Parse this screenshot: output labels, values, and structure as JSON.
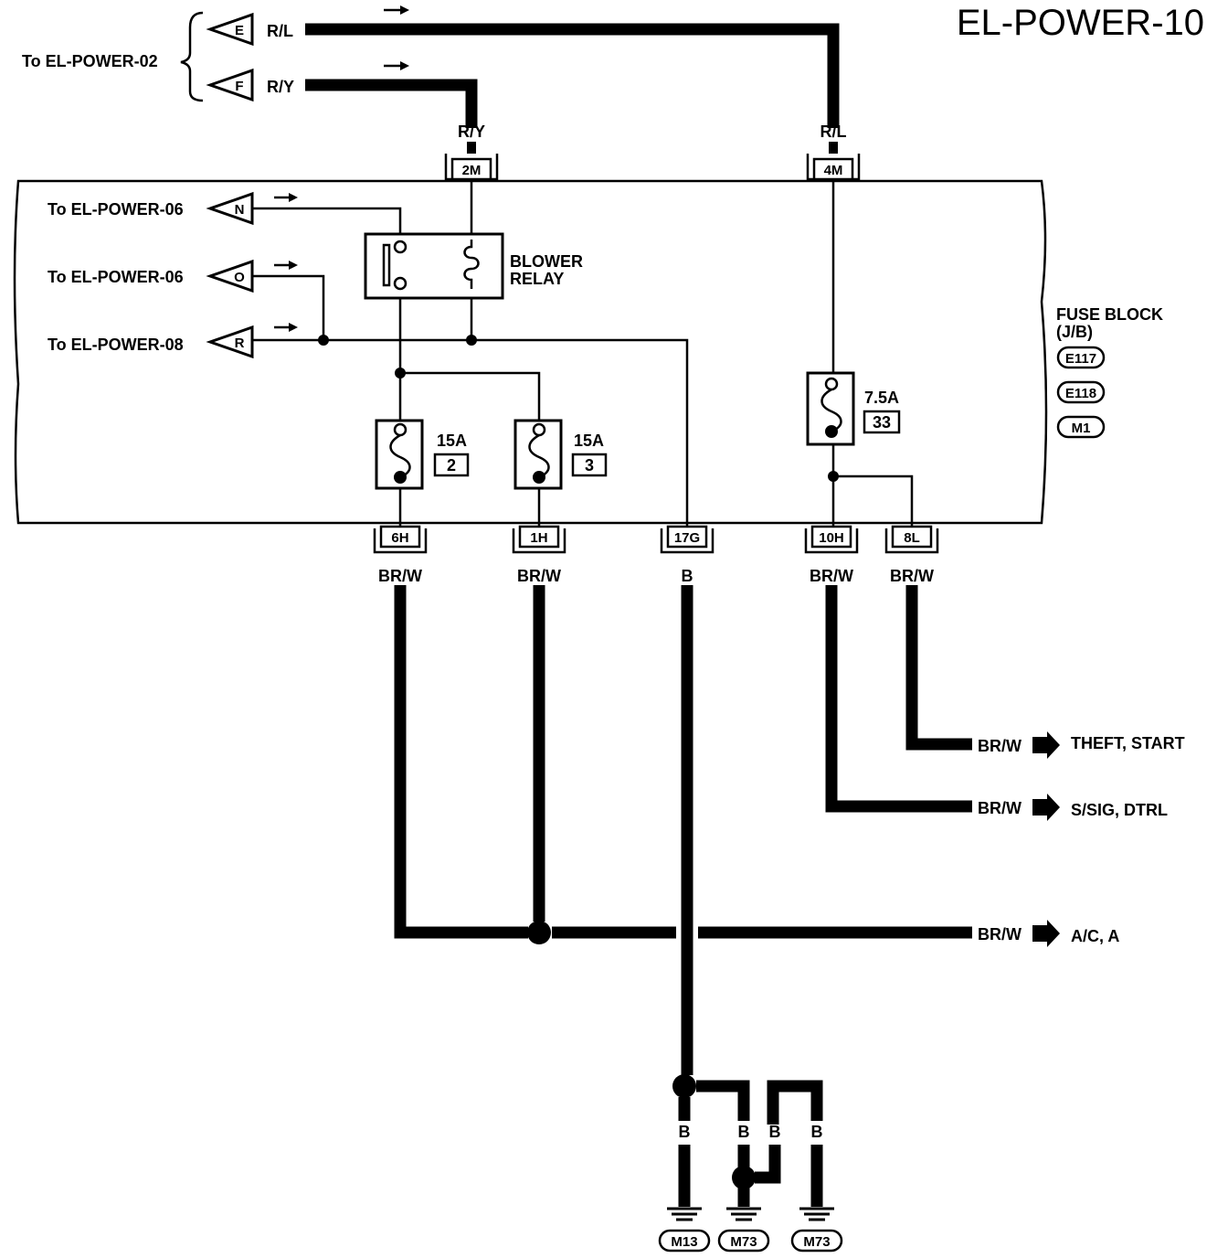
{
  "title": "EL-POWER-10",
  "left_refs": {
    "power02": "To EL-POWER-02",
    "n_ref": "To EL-POWER-06",
    "o_ref": "To EL-POWER-06",
    "r_ref": "To EL-POWER-08"
  },
  "connectors": {
    "e": "E",
    "f": "F",
    "n": "N",
    "o": "O",
    "r": "R"
  },
  "top_wires": {
    "e_color": "R/L",
    "f_color": "R/Y",
    "drop_ry": "R/Y",
    "drop_rl": "R/L"
  },
  "top_terminals": {
    "t2m": "2M",
    "t4m": "4M"
  },
  "relay": {
    "line1": "BLOWER",
    "line2": "RELAY"
  },
  "fuse_block": {
    "line1": "FUSE BLOCK",
    "line2": "(J/B)",
    "conn1": "E117",
    "conn2": "E118",
    "conn3": "M1"
  },
  "fuses": [
    {
      "amp": "15A",
      "num": "2"
    },
    {
      "amp": "15A",
      "num": "3"
    },
    {
      "amp": "7.5A",
      "num": "33"
    }
  ],
  "bottom_terminals": [
    "6H",
    "1H",
    "17G",
    "10H",
    "8L"
  ],
  "bottom_wire_colors": [
    "BR/W",
    "BR/W",
    "B",
    "BR/W",
    "BR/W"
  ],
  "outputs": [
    {
      "color": "BR/W",
      "label": "THEFT, START"
    },
    {
      "color": "BR/W",
      "label": "S/SIG, DTRL"
    },
    {
      "color": "BR/W",
      "label": "A/C, A"
    }
  ],
  "ground": {
    "wire1": "B",
    "wire2": "B",
    "wire3": "B",
    "wire4": "B",
    "g1": "M13",
    "g2": "M73",
    "g3": "M73"
  }
}
